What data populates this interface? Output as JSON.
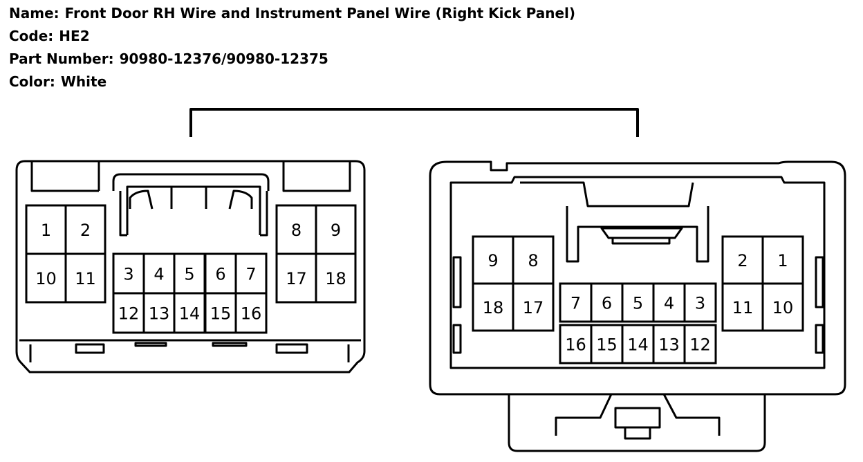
{
  "header": {
    "name_label": "Name:",
    "name_value": "Front Door RH Wire and Instrument Panel Wire (Right Kick Panel)",
    "code_label": "Code:",
    "code_value": "HE2",
    "part_label": "Part Number:",
    "part_value": "90980-12376/90980-12375",
    "color_label": "Color:",
    "color_value": "White"
  },
  "left_connector": {
    "pins": [
      "1",
      "2",
      "10",
      "11",
      "8",
      "9",
      "17",
      "18",
      "3",
      "4",
      "5",
      "6",
      "7",
      "12",
      "13",
      "14",
      "15",
      "16"
    ]
  },
  "right_connector": {
    "pins": [
      "9",
      "8",
      "18",
      "17",
      "2",
      "1",
      "11",
      "10",
      "7",
      "6",
      "5",
      "4",
      "3",
      "16",
      "15",
      "14",
      "13",
      "12"
    ]
  }
}
